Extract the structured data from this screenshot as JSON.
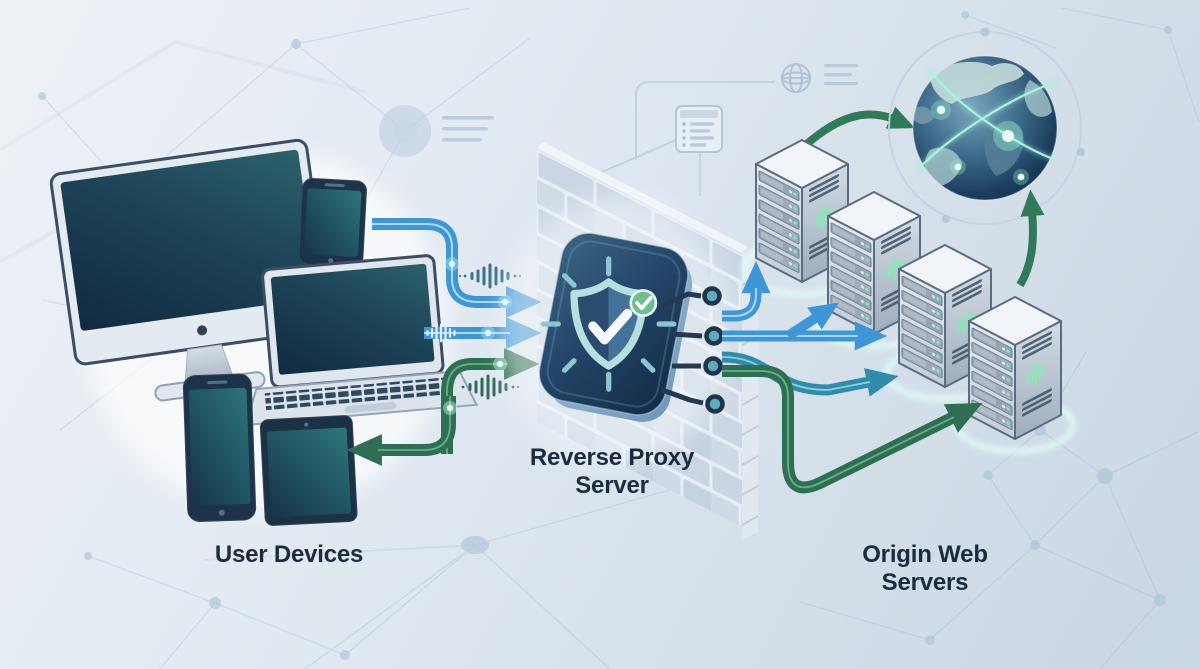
{
  "labels": {
    "user_devices": "User Devices",
    "reverse_proxy": "Reverse Proxy Server",
    "origin_servers": "Origin Web Servers"
  },
  "diagram": {
    "type": "network-architecture-illustration",
    "subject": "Reverse proxy server routing traffic between user devices and origin web servers",
    "components": [
      {
        "id": "user-devices",
        "label": "User Devices",
        "icons": [
          "imac-icon",
          "laptop-icon",
          "smartphone-icon",
          "smartphone-icon",
          "tablet-icon"
        ]
      },
      {
        "id": "reverse-proxy",
        "label": "Reverse Proxy Server",
        "icons": [
          "shield-check-icon",
          "check-badge-icon",
          "firewall-brick-wall",
          "circuit-nodes"
        ]
      },
      {
        "id": "origin-servers",
        "label": "Origin Web Servers",
        "server_count": 4,
        "icons": [
          "server-tower-icon"
        ]
      },
      {
        "id": "internet-globe",
        "label": "",
        "icons": [
          "globe-network-icon",
          "orbit-ring"
        ]
      }
    ],
    "flows": [
      {
        "from": "user-devices",
        "to": "reverse-proxy",
        "color_name": "blue",
        "count": 2
      },
      {
        "from": "user-devices",
        "to": "reverse-proxy",
        "color_name": "green",
        "count": 1
      },
      {
        "from": "reverse-proxy",
        "to": "user-devices",
        "color_name": "green",
        "count": 1
      },
      {
        "from": "reverse-proxy",
        "to": "origin-servers",
        "color_name": "blue",
        "count": 3
      },
      {
        "from": "reverse-proxy",
        "to": "origin-servers",
        "color_name": "teal",
        "count": 1
      },
      {
        "from": "reverse-proxy",
        "to": "origin-servers",
        "color_name": "green",
        "count": 1
      },
      {
        "from": "origin-servers",
        "to": "internet-globe",
        "color_name": "green",
        "count": 2
      }
    ],
    "decorations": [
      "waveform-icon",
      "glow-dot",
      "network-mesh-background",
      "watermark-globe-icon",
      "watermark-document-icon",
      "watermark-node-icon"
    ],
    "colors": {
      "background": "#dde6ef",
      "arrow_blue": "#3e96d6",
      "arrow_green": "#2e6e52",
      "arrow_teal": "#2f8dab",
      "proxy_body": "#24466a",
      "shield_outline": "#b5dfe0",
      "badge_green": "#6dbf90",
      "led_green": "#7ce8c6",
      "server_body": "#d5dde6",
      "firewall_brick": "#c9d5e2",
      "globe_ocean": "#27506e",
      "globe_arc": "#9deed6",
      "label_text": "#1c2c3e"
    }
  }
}
